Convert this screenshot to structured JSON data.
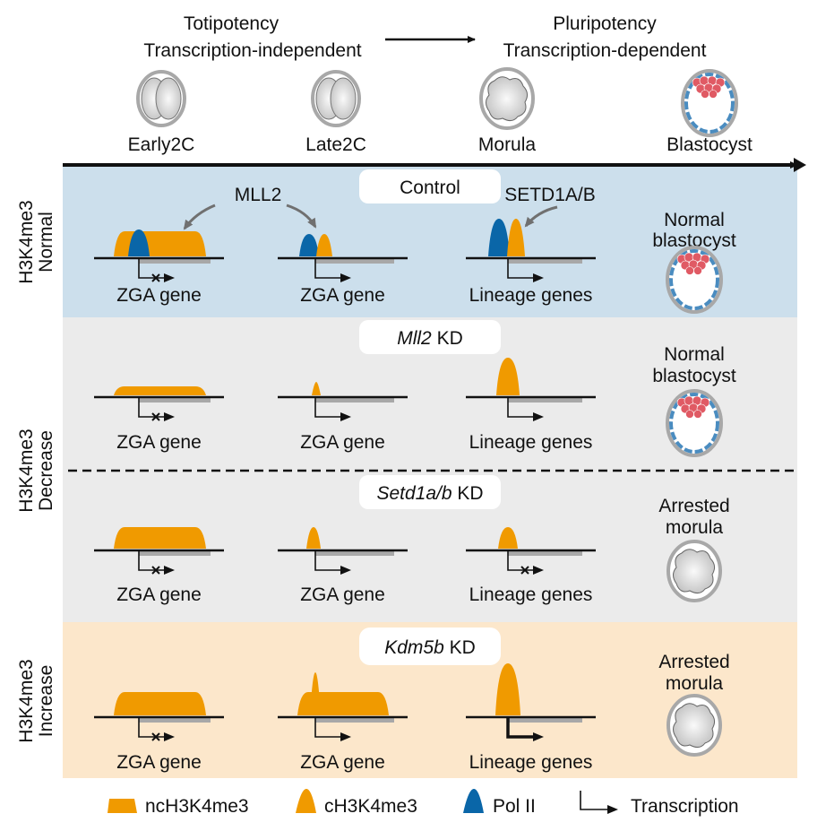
{
  "colors": {
    "ncH3K4me3": "#F09A00",
    "cH3K4me3": "#F09A00",
    "pol2": "#0A66A8",
    "normal_bg": "#CCDFEC",
    "decrease_bg": "#EBEBEB",
    "increase_bg": "#FCE7CB",
    "gene_body": "#A8A8A8",
    "enzyme_arrow": "#707070",
    "icm_cell": "#E05A64",
    "te_cell": "#4A8CC0"
  },
  "header": {
    "left_title_line1": "Totipotency",
    "left_title_line2": "Transcription-independent",
    "right_title_line1": "Pluripotency",
    "right_title_line2": "Transcription-dependent",
    "stages": [
      {
        "label": "Early2C",
        "icon": "two-cell-embryo"
      },
      {
        "label": "Late2C",
        "icon": "two-cell-embryo"
      },
      {
        "label": "Morula",
        "icon": "morula"
      },
      {
        "label": "Blastocyst",
        "icon": "blastocyst"
      }
    ]
  },
  "row_labels": {
    "normal": {
      "line1": "H3K4me3",
      "line2": "Normal"
    },
    "decrease": {
      "line1": "H3K4me3",
      "line2": "Decrease"
    },
    "increase": {
      "line1": "H3K4me3",
      "line2": "Increase"
    }
  },
  "panels": [
    {
      "condition": "Control",
      "condition_italic": "",
      "enzymes": [
        "MLL2",
        "SETD1A/B"
      ],
      "genes": [
        {
          "label": "ZGA gene",
          "marks": "broad ncH3K4me3 + Pol II",
          "transcription": "blocked"
        },
        {
          "label": "ZGA gene",
          "marks": "cH3K4me3 + Pol II",
          "transcription": "active"
        },
        {
          "label": "Lineage genes",
          "marks": "cH3K4me3 + Pol II",
          "transcription": "active"
        }
      ],
      "outcome_line1": "Normal",
      "outcome_line2": "blastocyst",
      "outcome_icon": "blastocyst"
    },
    {
      "condition": " KD",
      "condition_italic": "Mll2",
      "genes": [
        {
          "label": "ZGA gene",
          "marks": "reduced ncH3K4me3",
          "transcription": "blocked"
        },
        {
          "label": "ZGA gene",
          "marks": "small cH3K4me3",
          "transcription": "active"
        },
        {
          "label": "Lineage genes",
          "marks": "cH3K4me3",
          "transcription": "active"
        }
      ],
      "outcome_line1": "Normal",
      "outcome_line2": "blastocyst",
      "outcome_icon": "blastocyst"
    },
    {
      "condition": " KD",
      "condition_italic": "Setd1a/b",
      "genes": [
        {
          "label": "ZGA gene",
          "marks": "ncH3K4me3",
          "transcription": "blocked"
        },
        {
          "label": "ZGA gene",
          "marks": "cH3K4me3",
          "transcription": "active"
        },
        {
          "label": "Lineage genes",
          "marks": "small cH3K4me3",
          "transcription": "blocked"
        }
      ],
      "outcome_line1": "Arrested",
      "outcome_line2": "morula",
      "outcome_icon": "morula"
    },
    {
      "condition": " KD",
      "condition_italic": "Kdm5b",
      "genes": [
        {
          "label": "ZGA gene",
          "marks": "elevated ncH3K4me3",
          "transcription": "blocked"
        },
        {
          "label": "ZGA gene",
          "marks": "ncH3K4me3 + cH3K4me3 peak",
          "transcription": "active"
        },
        {
          "label": "Lineage genes",
          "marks": "high cH3K4me3",
          "transcription": "strong"
        }
      ],
      "outcome_line1": "Arrested",
      "outcome_line2": "morula",
      "outcome_icon": "morula"
    }
  ],
  "legend": [
    {
      "label": "ncH3K4me3",
      "icon": "broad-peak"
    },
    {
      "label": "cH3K4me3",
      "icon": "narrow-peak"
    },
    {
      "label": "Pol II",
      "icon": "narrow-peak-blue"
    },
    {
      "label": "Transcription",
      "icon": "tss-arrow"
    }
  ]
}
